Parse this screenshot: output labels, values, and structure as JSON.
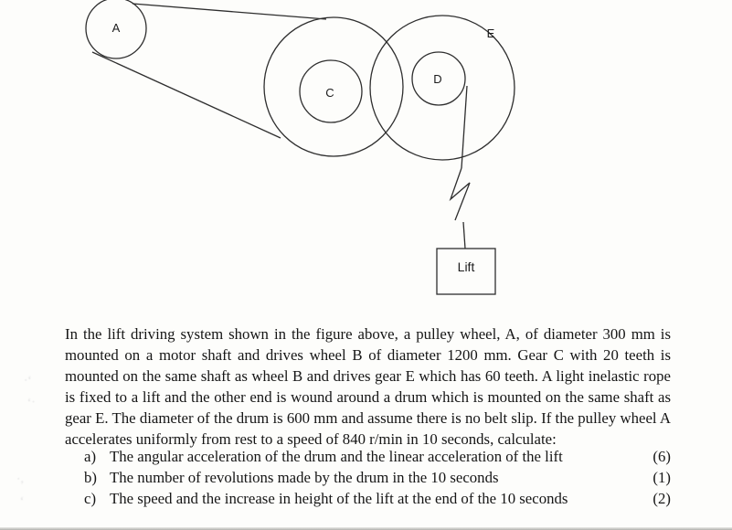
{
  "diagram": {
    "pulley_a_label": "A",
    "gear_c_label": "C",
    "drum_d_label": "D",
    "gear_e_label": "E",
    "lift_label": "Lift"
  },
  "problem": {
    "paragraph": "In the lift driving system shown in the figure above, a pulley wheel, A, of diameter 300 mm is mounted on a motor shaft and drives wheel B of diameter 1200 mm. Gear C with 20 teeth is mounted on the same shaft as wheel B and drives gear E which has 60 teeth. A light inelastic rope is fixed to a lift and the other end is wound around a drum which is mounted on the same shaft as gear E. The diameter of the drum is 600 mm and assume there is no belt slip. If the pulley wheel A accelerates uniformly from rest to a speed of 840 r/min in 10 seconds, calculate:"
  },
  "questions": [
    {
      "label": "a)",
      "text": "The angular acceleration of the drum and the linear acceleration of the lift",
      "marks": "(6)"
    },
    {
      "label": "b)",
      "text": "The number of revolutions made by the drum in the 10 seconds",
      "marks": "(1)"
    },
    {
      "label": "c)",
      "text": "The speed and the increase in height of the lift at the end of the 10 seconds",
      "marks": "(2)"
    }
  ]
}
